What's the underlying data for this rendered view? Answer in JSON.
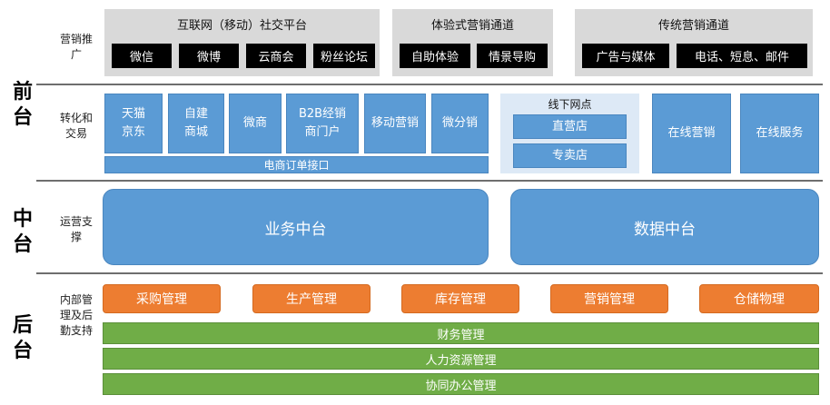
{
  "sections": {
    "front": "前台",
    "middle": "中台",
    "back": "后台"
  },
  "row_labels": {
    "marketing": "营销推广",
    "conversion": "转化和交易",
    "operations": "运营支撑",
    "internal": "内部管理及后勤支持"
  },
  "marketing_groups": [
    {
      "title": "互联网（移动）社交平台",
      "items": [
        "微信",
        "微博",
        "云商会",
        "粉丝论坛"
      ]
    },
    {
      "title": "体验式营销通道",
      "items": [
        "自助体验",
        "情景导购"
      ]
    },
    {
      "title": "传统营销通道",
      "items": [
        "广告与媒体",
        "电话、短息、邮件"
      ]
    }
  ],
  "conversion": {
    "online_items": [
      "天猫京东",
      "自建商城",
      "微商",
      "B2B经销商门户",
      "移动营销",
      "微分销"
    ],
    "order_interface": "电商订单接口",
    "offline_group": {
      "title": "线下网点",
      "items": [
        "直营店",
        "专卖店"
      ]
    },
    "right_items": [
      "在线营销",
      "在线服务"
    ]
  },
  "middle_platforms": [
    "业务中台",
    "数据中台"
  ],
  "back_office": {
    "orange_items": [
      "采购管理",
      "生产管理",
      "库存管理",
      "营销管理",
      "仓储物理"
    ],
    "green_bars": [
      "财务管理",
      "人力资源管理",
      "协同办公管理"
    ]
  },
  "colors": {
    "blue": "#5b9bd5",
    "orange": "#ed7d31",
    "green": "#70ad47",
    "grey": "#d9d9d9",
    "black": "#000000"
  }
}
